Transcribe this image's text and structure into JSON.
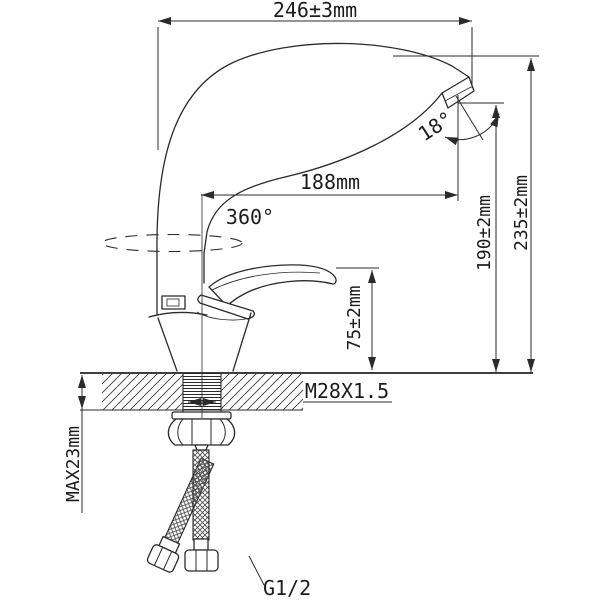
{
  "drawing": {
    "labels": {
      "spout_span": "246±3mm",
      "spout_reach": "188mm",
      "spout_angle": "18°",
      "swivel_range": "360°",
      "spout_height": "190±2mm",
      "overall_height": "235±2mm",
      "base_height": "75±2mm",
      "mounting_thread": "M28X1.5",
      "max_counter_thickness": "MAX23mm",
      "hose_connection_thread": "G1/2"
    },
    "line_color": "#2b2b2b",
    "background_color": "#ffffff"
  }
}
